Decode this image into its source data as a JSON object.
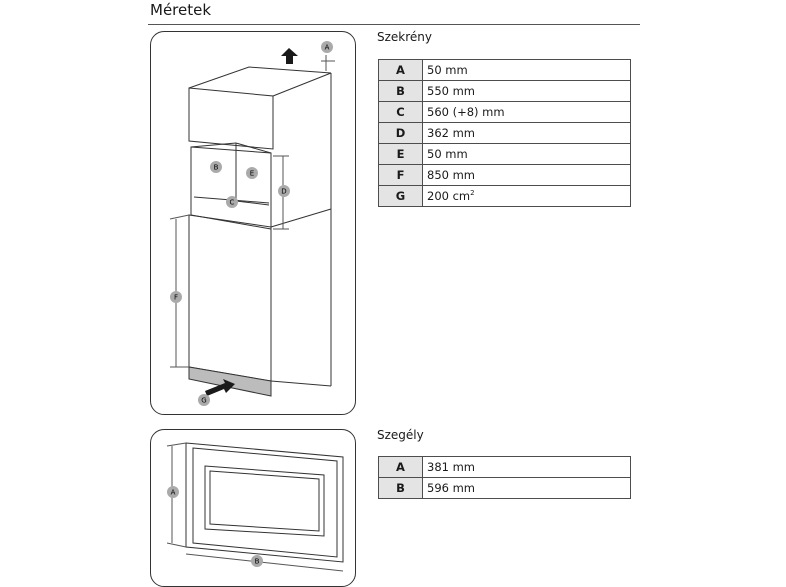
{
  "page": {
    "title": "Méretek"
  },
  "cabinet": {
    "heading": "Szekrény",
    "rows": [
      {
        "key": "A",
        "value": "50 mm"
      },
      {
        "key": "B",
        "value": "550 mm"
      },
      {
        "key": "C",
        "value": "560 (+8) mm"
      },
      {
        "key": "D",
        "value": "362 mm"
      },
      {
        "key": "E",
        "value": "50 mm"
      },
      {
        "key": "F",
        "value": "850 mm"
      },
      {
        "key": "G",
        "value": "200 cm",
        "superscript": "2"
      }
    ],
    "diagram_labels": [
      "A",
      "B",
      "C",
      "D",
      "E",
      "F",
      "G"
    ]
  },
  "trim": {
    "heading": "Szegély",
    "rows": [
      {
        "key": "A",
        "value": "381 mm"
      },
      {
        "key": "B",
        "value": "596 mm"
      }
    ],
    "diagram_labels": [
      "A",
      "B"
    ]
  },
  "colors": {
    "key_cell_bg": "#e4e4e4",
    "label_badge_bg": "#aaaaaa",
    "line": "#333333"
  }
}
